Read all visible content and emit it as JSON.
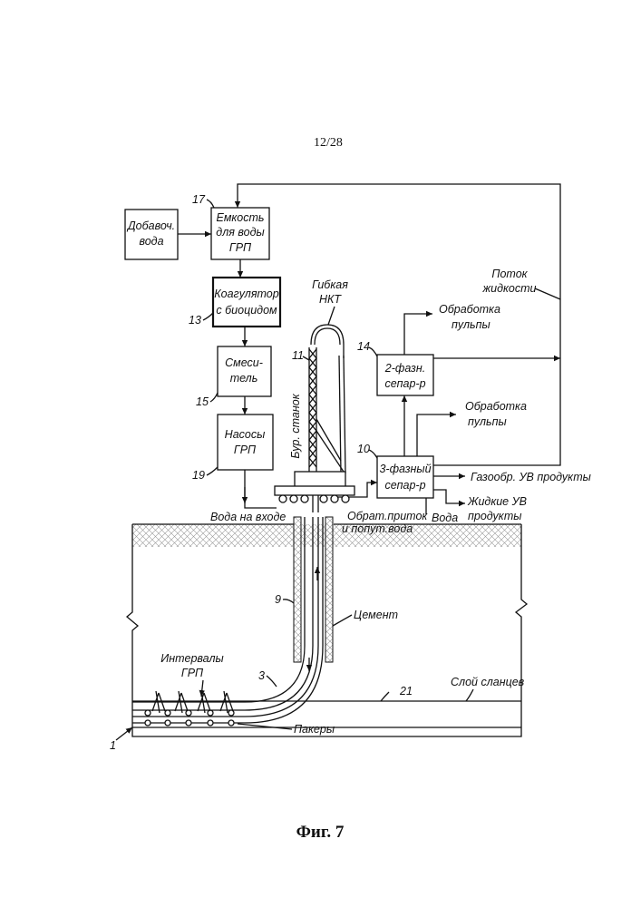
{
  "page_number": "12/28",
  "caption": "Фиг. 7",
  "boxes": {
    "extra_water": [
      "Добавоч.",
      "вода"
    ],
    "water_tank": [
      "Емкость",
      "для воды",
      "ГРП"
    ],
    "coagulator": [
      "Коагулятор",
      "с биоцидом"
    ],
    "mixer": [
      "Смеси-",
      "тель"
    ],
    "pumps": [
      "Насосы",
      "ГРП"
    ],
    "sep2": [
      "2-фазн.",
      "сепар-р"
    ],
    "sep3": [
      "3-фазный",
      "сепар-р"
    ]
  },
  "labels": {
    "coiled_tubing": [
      "Гибкая",
      "НКТ"
    ],
    "rig": "Бур. станок",
    "fluid_flow": [
      "Поток",
      "жидкости"
    ],
    "slurry1": [
      "Обработка",
      "пульпы"
    ],
    "slurry2": [
      "Обработка",
      "пульпы"
    ],
    "gas_products": "Газообр. УВ продукты",
    "liquid_products": [
      "Жидкие УВ",
      "продукты"
    ],
    "water": "Вода",
    "inlet_water": "Вода на входе",
    "flowback": [
      "Обрат.приток",
      "и попут.вода"
    ],
    "cement": "Цемент",
    "frac_intervals": [
      "Интервалы",
      "ГРП"
    ],
    "shale": "Слой сланцев",
    "packers": "Пакеры"
  },
  "numbers": {
    "n17": "17",
    "n13": "13",
    "n15": "15",
    "n19": "19",
    "n11": "11",
    "n14": "14",
    "n10": "10",
    "n9": "9",
    "n3": "3",
    "n21": "21",
    "n1": "1"
  }
}
